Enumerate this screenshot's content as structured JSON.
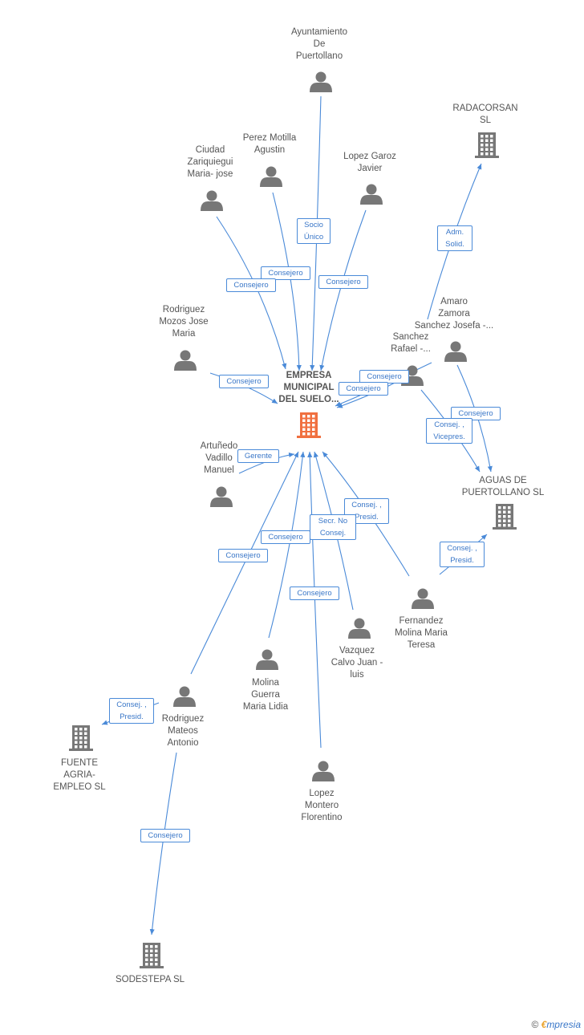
{
  "colors": {
    "edge": "#4a8ad8",
    "icon": "#777777",
    "main_icon": "#f07040"
  },
  "nodes": [
    {
      "id": "ayto",
      "label": "Ayuntamiento\nDe\nPuertollano",
      "type": "person"
    },
    {
      "id": "radacorsan",
      "label": "RADACORSAN\nSL",
      "type": "company"
    },
    {
      "id": "perez",
      "label": "Perez Motilla\nAgustin",
      "type": "person"
    },
    {
      "id": "ciudad",
      "label": "Ciudad\nZariquiegui\nMaria- jose",
      "type": "person"
    },
    {
      "id": "lopezg",
      "label": "Lopez Garoz\nJavier",
      "type": "person"
    },
    {
      "id": "amaro",
      "label": "Amaro\nZamora\nSanchez Josefa -...",
      "type": "person"
    },
    {
      "id": "sanchez",
      "label": "Sanchez\nRafael -...",
      "type": "person"
    },
    {
      "id": "rodmozos",
      "label": "Rodriguez\nMozos Jose\nMaria",
      "type": "person"
    },
    {
      "id": "main",
      "label": "EMPRESA\nMUNICIPAL\nDEL SUELO...",
      "type": "main"
    },
    {
      "id": "artunedo",
      "label": "Artuñedo\nVadillo\nManuel",
      "type": "person"
    },
    {
      "id": "aguas",
      "label": "AGUAS DE\nPUERTOLLANO SL",
      "type": "company"
    },
    {
      "id": "fernandez",
      "label": "Fernandez\nMolina Maria\nTeresa",
      "type": "person"
    },
    {
      "id": "vazquez",
      "label": "Vazquez\nCalvo Juan -\nluis",
      "type": "person"
    },
    {
      "id": "molina",
      "label": "Molina\nGuerra\nMaria Lidia",
      "type": "person"
    },
    {
      "id": "rodmateos",
      "label": "Rodriguez\nMateos\nAntonio",
      "type": "person"
    },
    {
      "id": "fuente",
      "label": "FUENTE\nAGRIA-\nEMPLEO SL",
      "type": "company"
    },
    {
      "id": "lopezm",
      "label": "Lopez\nMontero\nFlorentino",
      "type": "person"
    },
    {
      "id": "sodestepa",
      "label": "SODESTEPA SL",
      "type": "company"
    }
  ],
  "edges": [
    {
      "from": "ayto",
      "to": "main",
      "label": "Socio\nÚnico"
    },
    {
      "from": "perez",
      "to": "main",
      "label": "Consejero"
    },
    {
      "from": "ciudad",
      "to": "main",
      "label": "Consejero"
    },
    {
      "from": "lopezg",
      "to": "main",
      "label": "Consejero"
    },
    {
      "from": "rodmozos",
      "to": "main",
      "label": "Consejero"
    },
    {
      "from": "sanchez",
      "to": "main",
      "label": "Consejero"
    },
    {
      "from": "amaro",
      "to": "main",
      "label": "Consejero"
    },
    {
      "from": "amaro",
      "to": "aguas",
      "label": "Consejero"
    },
    {
      "from": "sanchez",
      "to": "aguas",
      "label": "Consej. ,\nVicepres."
    },
    {
      "from": "amaro",
      "to": "radacorsan",
      "label": "Adm.\nSolid."
    },
    {
      "from": "artunedo",
      "to": "main",
      "label": "Gerente"
    },
    {
      "from": "fernandez",
      "to": "main",
      "label": "Consej. ,\nPresid."
    },
    {
      "from": "fernandez",
      "to": "aguas",
      "label": "Consej. ,\nPresid."
    },
    {
      "from": "vazquez",
      "to": "main",
      "label": "Secr. No\nConsej."
    },
    {
      "from": "molina",
      "to": "main",
      "label": "Consejero"
    },
    {
      "from": "lopezm",
      "to": "main",
      "label": "Consejero"
    },
    {
      "from": "rodmateos",
      "to": "main",
      "label": "Consejero"
    },
    {
      "from": "rodmateos",
      "to": "fuente",
      "label": "Consej. ,\nPresid."
    },
    {
      "from": "rodmateos",
      "to": "sodestepa",
      "label": "Consejero"
    }
  ],
  "brand": {
    "copyright": "©",
    "e": "€",
    "rest": "mpresia"
  }
}
